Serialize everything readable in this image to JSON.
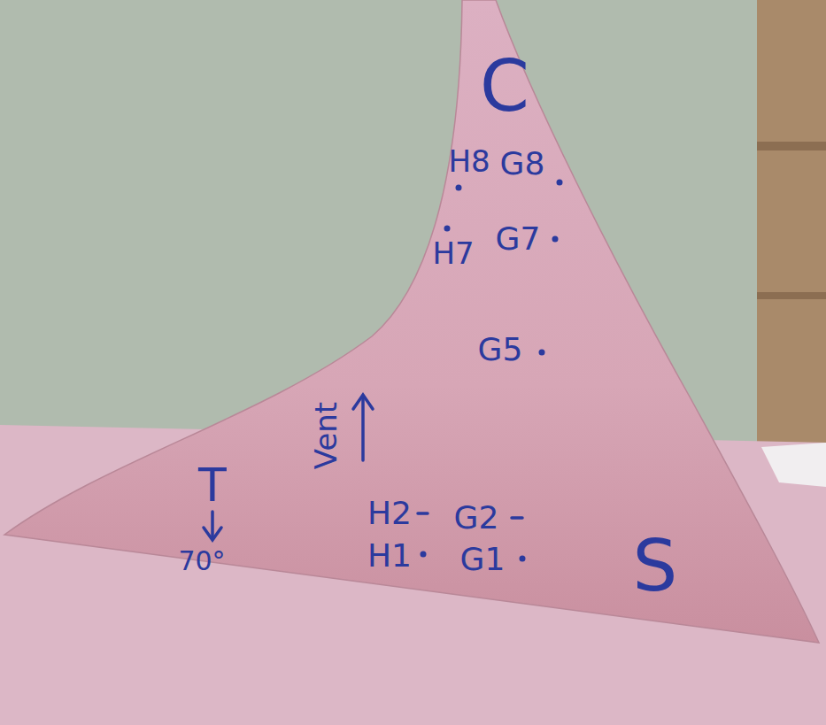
{
  "diagram": {
    "labels": [
      "C",
      "H8",
      "G8",
      "H7",
      "G7",
      "G5",
      "Vent",
      "T",
      "70°",
      "H2",
      "G2",
      "H1",
      "G1",
      "S"
    ]
  }
}
